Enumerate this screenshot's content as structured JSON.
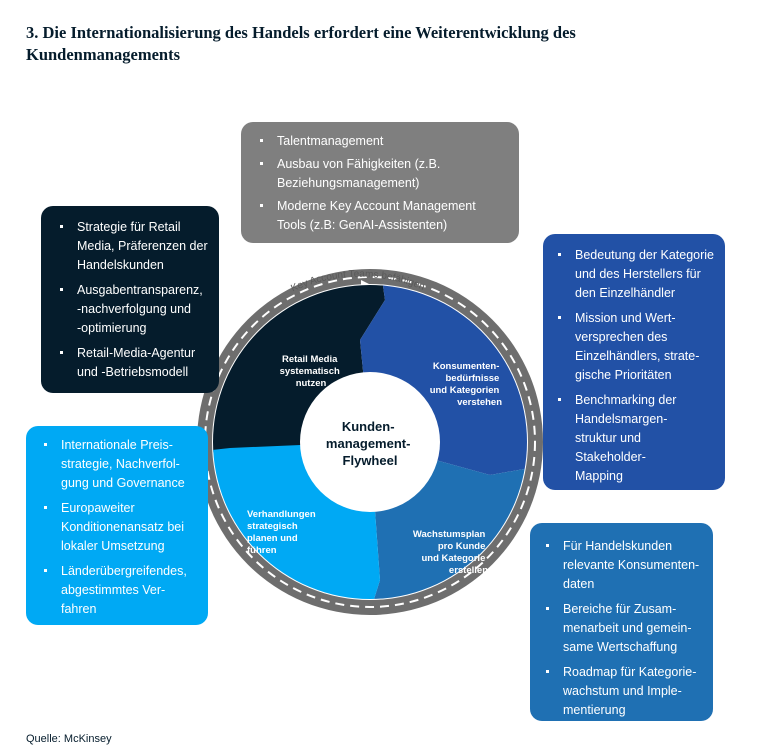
{
  "title": "3. Die Internationalisierung des Handels erfordert eine Weiterentwicklung des Kundenmanagements",
  "source": "Quelle: McKinsey",
  "ring_label": "Key Account Teams befähigen",
  "center": {
    "line1": "Kunden-",
    "line2": "management-",
    "line3": "Flywheel"
  },
  "segments": {
    "retail_media": [
      "Retail Media",
      "systematisch",
      "nutzen"
    ],
    "consumer_needs": [
      "Konsumenten-",
      "bedürfnisse",
      "und Kategorien",
      "verstehen"
    ],
    "growth_plan": [
      "Wachstumsplan",
      "pro Kunde",
      "und Kategorie",
      "erstellen"
    ],
    "negotiations": [
      "Verhandlungen",
      "strategisch",
      "planen und",
      "führen"
    ]
  },
  "boxes": {
    "talent": [
      "Talentmanagement",
      "Ausbau von Fähigkeiten (z.B.\nBeziehungsmanagement)",
      "Moderne Key Account Management\nTools (z.B: GenAI-Assistenten)"
    ],
    "retail_media": [
      "Strategie für Retail\nMedia, Präferenzen der\nHandelskunden",
      "Ausgabentransparenz,\n-nachverfolgung und\n-optimierung",
      "Retail-Media-Agentur\nund -Betriebsmodell"
    ],
    "consumer": [
      "Bedeutung der Kategorie\nund des Herstellers für\nden Einzelhändler",
      "Mission und Wert-\nversprechen des\nEinzelhändlers, strate-\ngische Prioritäten",
      "Benchmarking der\nHandelsmargen-\nstruktur und\nStakeholder-\nMapping"
    ],
    "negotiations": [
      "Internationale Preis-\nstrategie, Nachverfol-\ngung und Governance",
      "Europaweiter\nKonditionenansatz bei\nlokaler Umsetzung",
      "Länderübergreifendes,\nabgestimmtes Ver-\nfahren"
    ],
    "growth": [
      "Für Handelskunden\nrelevante Konsumenten-\ndaten",
      "Bereiche für Zusam-\nmenarbeit und gemein-\nsame Wertschaffung",
      "Roadmap für Kategorie-\nwachstum und Imple-\nmentierung"
    ]
  },
  "colors": {
    "navy": "#051c2c",
    "indigo": "#2251a6",
    "teal": "#1f70b3",
    "cyan": "#00a9f4",
    "gray": "#7f7f7f",
    "ring": "#6e6e6e"
  }
}
